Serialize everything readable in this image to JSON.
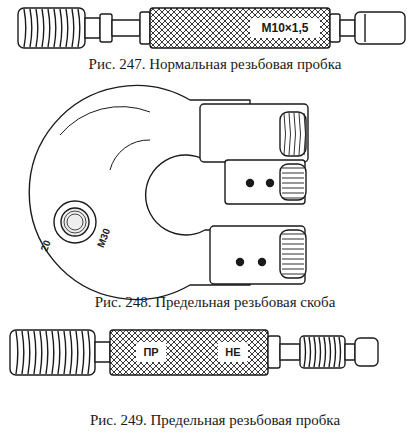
{
  "diagram": {
    "labels": [
      "M10×1,5",
      "Рис. 247. Нормальная резьбовая пробка",
      "20",
      "M30",
      "Рис. 248. Предельная резьбовая скоба",
      "ПР",
      "НЕ",
      "Рис. 249. Предельная резьбовая пробка"
    ]
  }
}
